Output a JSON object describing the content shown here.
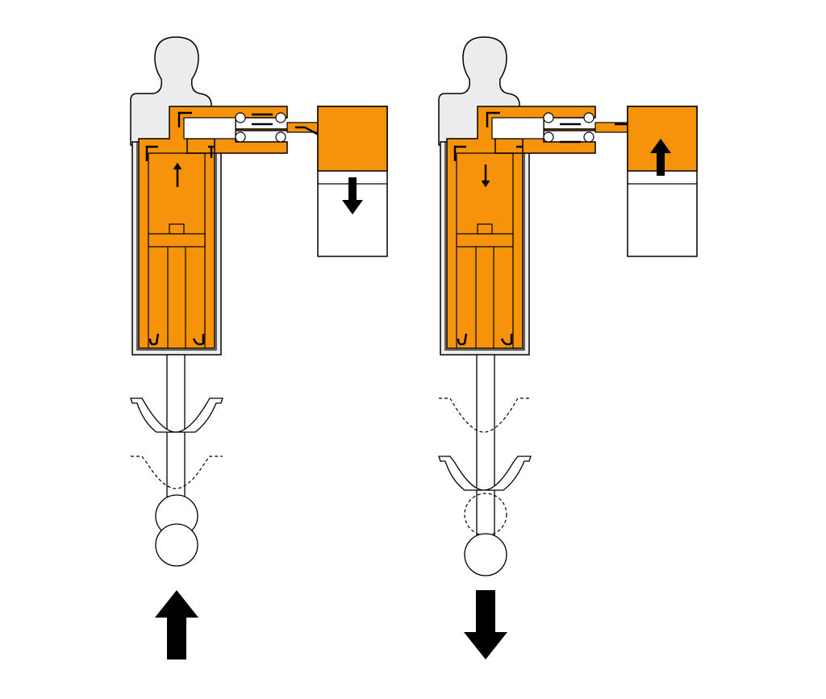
{
  "colors": {
    "fluid": "#f7930a",
    "housing": "#ececec",
    "outline": "#000000",
    "background": "#ffffff",
    "arrow": "#000000"
  },
  "panels": [
    {
      "id": "compression",
      "rod_motion": "up",
      "reservoir_piston_motion": "down",
      "rebound_chamber_motion": "up",
      "flow": "up"
    },
    {
      "id": "rebound",
      "rod_motion": "down",
      "reservoir_piston_motion": "up",
      "rebound_chamber_motion": "down",
      "flow": "down"
    }
  ],
  "icons": {
    "motion_arrow": "arrow-icon",
    "flow_arrow": "flow-arrow-icon",
    "valve": "valve-icon"
  }
}
